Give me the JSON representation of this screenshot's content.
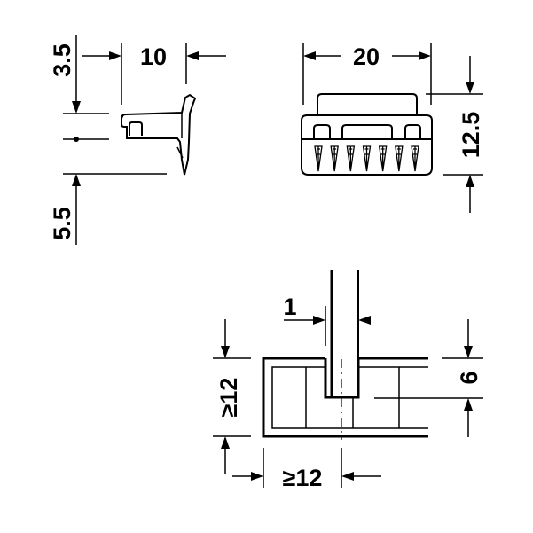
{
  "side_view": {
    "dim_top": "3.5",
    "dim_bottom": "5.5",
    "dim_width": "10"
  },
  "front_view": {
    "dim_width": "20",
    "dim_height": "12.5",
    "teeth_count": 7
  },
  "installation_view": {
    "dim_thickness": "1",
    "dim_panel_height": "≥12",
    "dim_edge_distance": "≥12",
    "dim_slot_depth": "6"
  },
  "colors": {
    "line": "#000000",
    "background": "#ffffff"
  }
}
